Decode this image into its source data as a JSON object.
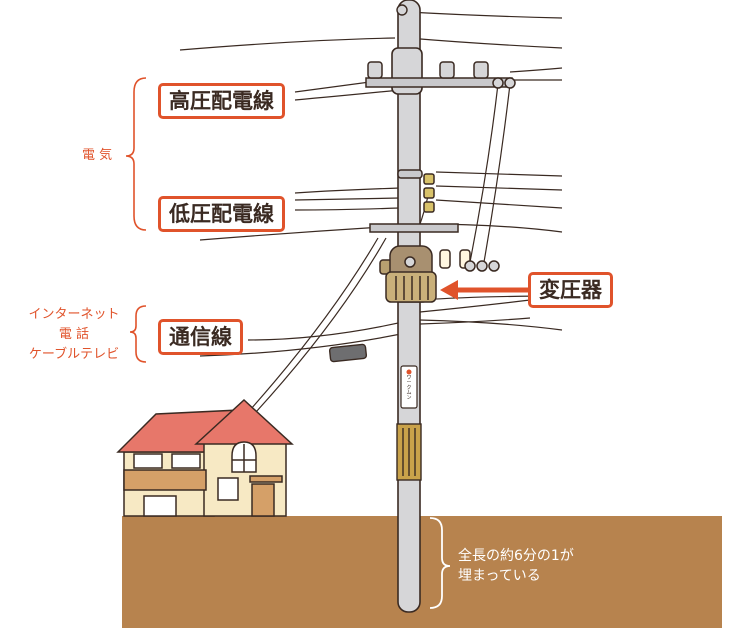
{
  "labels": {
    "high_voltage": "高圧配電線",
    "low_voltage": "低圧配電線",
    "telecom": "通信線",
    "transformer": "変圧器"
  },
  "categories": {
    "electricity": "電 気",
    "telecom_lines": [
      "インターネット",
      "電 話",
      "ケーブルテレビ"
    ]
  },
  "ground_note": [
    "全長の約6分の1が",
    "埋まっている"
  ],
  "pole_plate": [
    "",
    "ワ",
    "ー",
    "ク",
    "ム",
    "ン"
  ],
  "colors": {
    "accent": "#e0532b",
    "ground": "#b7834e",
    "pole": "#d6d6d8",
    "roof": "#e7776a",
    "house_wall": "#f7e9c4"
  }
}
